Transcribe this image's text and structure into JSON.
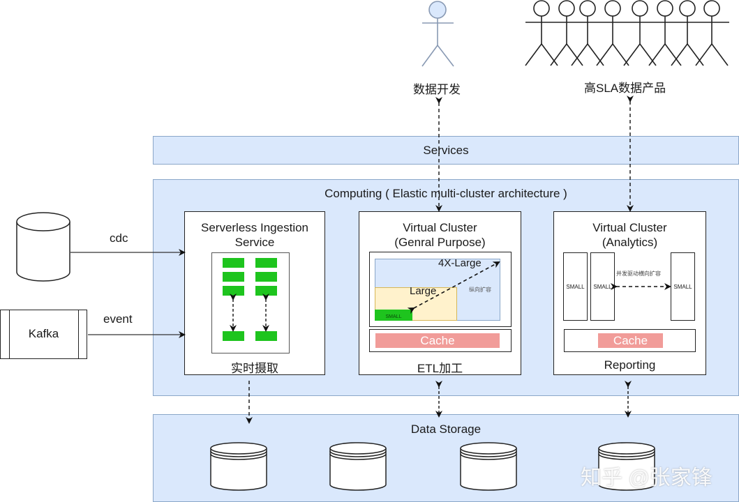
{
  "actors": {
    "developer": {
      "label": "数据开发",
      "icon": "stick-figure-icon",
      "color": "#dae8fc"
    },
    "products": {
      "label": "高SLA数据产品",
      "icon": "stick-figure-group-icon",
      "count": 8
    }
  },
  "layers": {
    "services": {
      "title": "Services"
    },
    "computing": {
      "title": "Computing ( Elastic multi-cluster architecture )"
    },
    "storage": {
      "title": "Data Storage",
      "database_count": 4
    }
  },
  "sources": {
    "rdbms": {
      "label": "RDBMS",
      "edge_label": "cdc"
    },
    "kafka": {
      "label": "Kafka",
      "edge_label": "event"
    }
  },
  "clusters": {
    "ingestion": {
      "title_line1": "Serverless Ingestion",
      "title_line2": "Service",
      "footer": "实时摄取"
    },
    "general": {
      "title_line1": "Virtual Cluster",
      "title_line2": "(Genral Purpose)",
      "size_xl": "4X-Large",
      "size_l": "Large",
      "size_s": "SMALL",
      "scale_note": "纵向扩容",
      "cache": "Cache",
      "footer": "ETL加工"
    },
    "analytics": {
      "title_line1": "Virtual Cluster",
      "title_line2": "(Analytics)",
      "nodes": [
        "SMALL",
        "SMALL",
        "SMALL"
      ],
      "scale_note": "并发驱动横向扩容",
      "cache": "Cache",
      "footer": "Reporting"
    }
  },
  "colors": {
    "layer_fill": "#dae8fc",
    "green": "#1ec41e",
    "cache": "#f19c99",
    "large_fill": "#fff2cc"
  },
  "watermark": "知乎 @张家锋"
}
